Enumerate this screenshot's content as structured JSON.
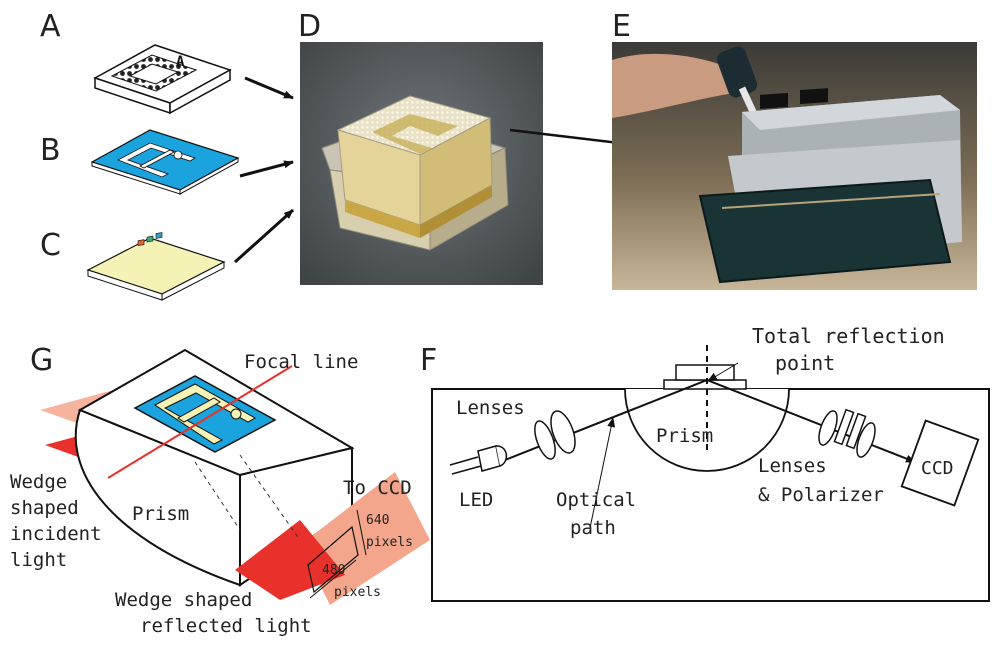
{
  "panels": {
    "a": "A",
    "b": "B",
    "c": "C",
    "d": "D",
    "e": "E",
    "f": "F",
    "g": "G"
  },
  "panel_a": {
    "chip_letter": "A"
  },
  "panel_g": {
    "focal_line": "Focal line",
    "prism": "Prism",
    "to_ccd": "To CCD",
    "wedge_incident": [
      "Wedge",
      "shaped",
      "incident",
      "light"
    ],
    "wedge_reflected": [
      "Wedge shaped",
      "reflected light"
    ],
    "pixels_640": [
      "640",
      "pixels"
    ],
    "pixels_480": [
      "480",
      "pixels"
    ]
  },
  "panel_f": {
    "total_reflection": [
      "Total reflection",
      "point"
    ],
    "lenses": "Lenses",
    "prism": "Prism",
    "lenses_polarizer": [
      "Lenses",
      "& Polarizer"
    ],
    "led": "LED",
    "optical_path": [
      "Optical",
      "path"
    ],
    "ccd": "CCD"
  },
  "colors": {
    "chip_blue": "#1aa3dd",
    "chip_yellow": "#f4f2b4",
    "light_red": "#e8312b",
    "light_pink": "#f4a68c",
    "photo_bg_d": "#555a5c",
    "photo_bg_e": "#8c7a60"
  }
}
